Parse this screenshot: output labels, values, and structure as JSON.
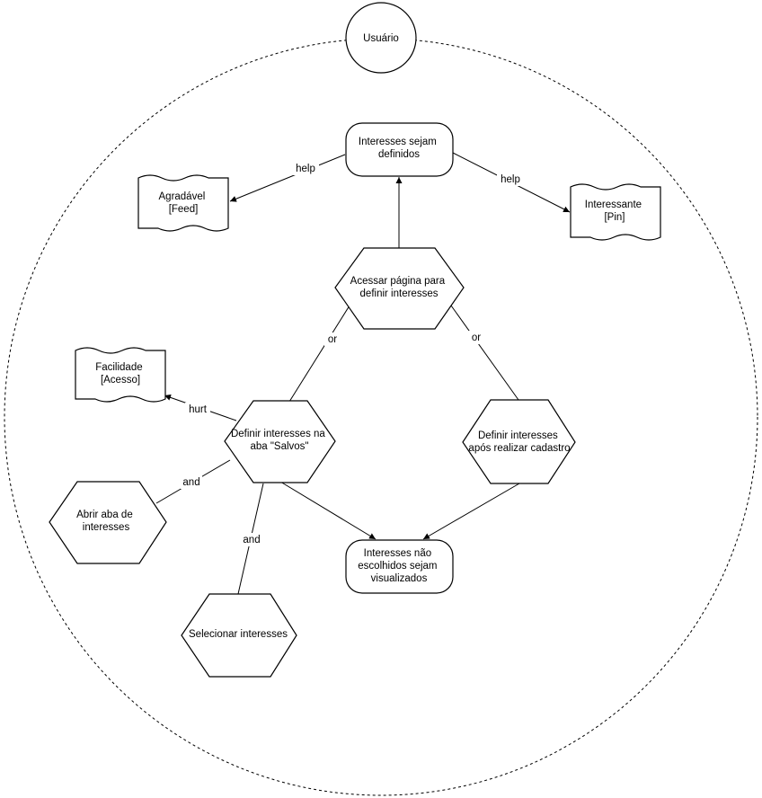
{
  "actor": {
    "label": "Usuário"
  },
  "nodes": {
    "goal_main": {
      "lines": [
        "Interesses sejam",
        "definidos"
      ]
    },
    "softgoal_feed": {
      "lines": [
        "Agradável",
        "[Feed]"
      ]
    },
    "softgoal_pin": {
      "lines": [
        "Interessante",
        "[Pin]"
      ]
    },
    "task_access": {
      "lines": [
        "Acessar página para",
        "definir interesses"
      ]
    },
    "softgoal_access": {
      "lines": [
        "Facilidade",
        "[Acesso]"
      ]
    },
    "task_saved": {
      "lines": [
        "Definir interesses na",
        "aba \"Salvos\""
      ]
    },
    "task_signup": {
      "lines": [
        "Definir interesses",
        "após realizar cadastro"
      ]
    },
    "task_open_tab": {
      "lines": [
        "Abrir aba de",
        "interesses"
      ]
    },
    "task_select": {
      "lines": [
        "Selecionar interesses"
      ]
    },
    "goal_not_chosen": {
      "lines": [
        "Interesses não",
        "escolhidos sejam",
        "visualizados"
      ]
    }
  },
  "links": {
    "help_feed": "help",
    "help_pin": "help",
    "or_left": "or",
    "or_right": "or",
    "hurt": "hurt",
    "and_open_tab": "and",
    "and_select": "and"
  }
}
